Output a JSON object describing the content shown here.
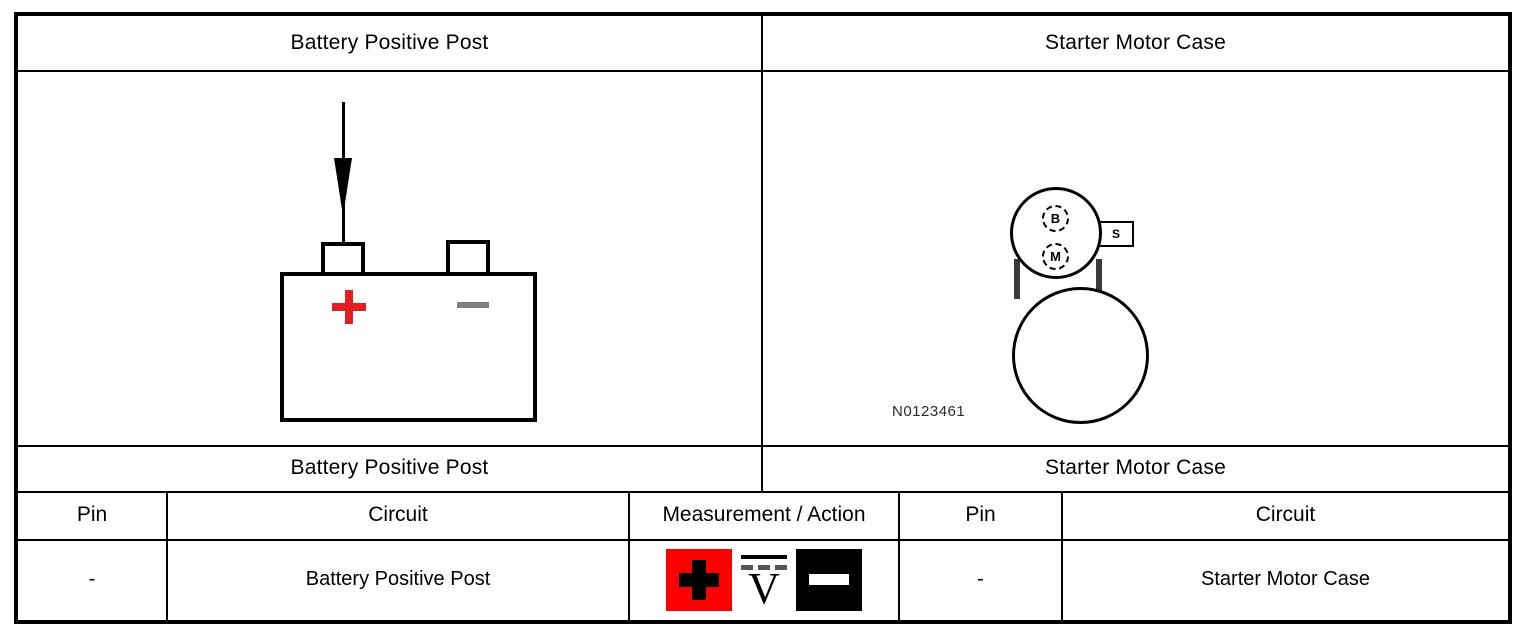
{
  "header": {
    "left_title": "Battery Positive Post",
    "right_title": "Starter Motor Case"
  },
  "diagrams": {
    "battery": {
      "title": "Battery Positive Post",
      "positive_mark": "+",
      "negative_mark": "-",
      "positive_color": "#E02020",
      "negative_color": "#808080",
      "probe_icon": "test-probe-icon"
    },
    "starter": {
      "title": "Starter Motor Case",
      "terminal_b": "B",
      "terminal_m": "M",
      "terminal_s": "S",
      "reference_code": "N0123461"
    }
  },
  "section_titles": {
    "left": "Battery Positive Post",
    "right": "Starter Motor Case"
  },
  "table": {
    "columns": [
      "Pin",
      "Circuit",
      "Measurement / Action",
      "Pin",
      "Circuit"
    ],
    "rows": [
      {
        "left_pin": "-",
        "left_circuit": "Battery Positive Post",
        "measurement": {
          "positive_icon": "positive-probe-icon",
          "positive_label": "+",
          "meter_icon": "dc-voltage-icon",
          "meter_label": "V",
          "negative_icon": "negative-probe-icon",
          "negative_label": "-"
        },
        "right_pin": "-",
        "right_circuit": "Starter Motor Case"
      }
    ]
  },
  "colors": {
    "accent_red": "#FF0000",
    "border_black": "#000000",
    "gray": "#808080"
  }
}
